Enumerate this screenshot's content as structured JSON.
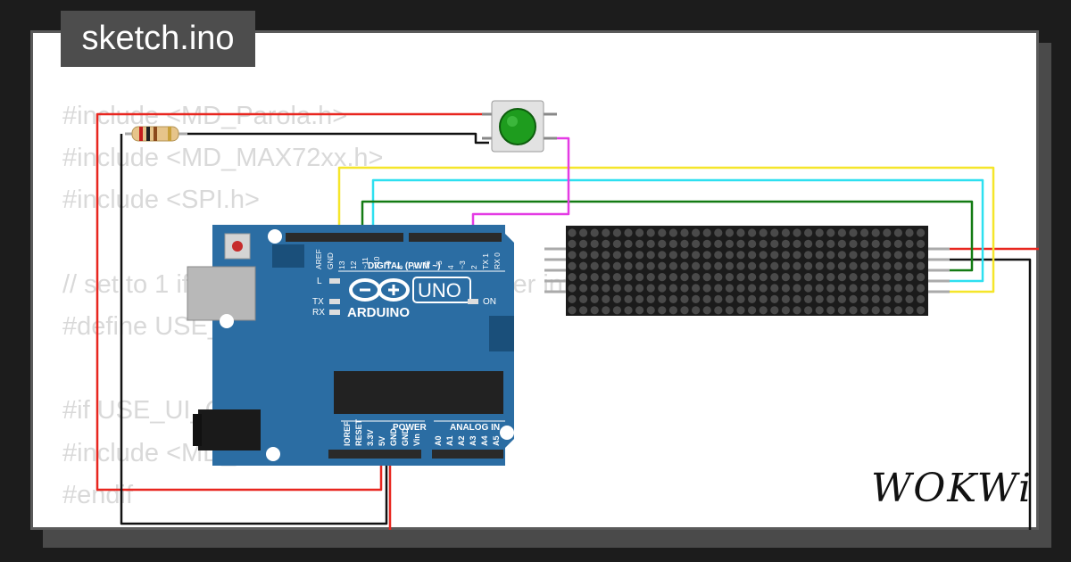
{
  "tab": {
    "title": "sketch.ino"
  },
  "code_lines": [
    "#include <MD_Parola.h>",
    "#include <MD_MAX72xx.h>",
    "#include <SPI.h>",
    "",
    "// set to 1 if we are implementing the user interface pot, switch, etc",
    "#define USE_UI_CONTROL 0",
    "",
    "#if USE_UI_CONTROL",
    "#include <MD_UISwitch.h>",
    "#endif"
  ],
  "arduino": {
    "brand": "ARDUINO",
    "model": "UNO",
    "digital_label": "DIGITAL (PWM ~)",
    "power_label": "POWER",
    "analog_label": "ANALOG IN",
    "led_labels": {
      "l": "L",
      "tx": "TX",
      "rx": "RX",
      "on": "ON"
    },
    "top_pins": [
      "AREF",
      "GND",
      "13",
      "12",
      "~11",
      "~10",
      "~9",
      "8",
      "7",
      "~6",
      "~5",
      "4",
      "~3",
      "2",
      "TX 1",
      "RX 0"
    ],
    "bottom_pins": [
      "IOREF",
      "RESET",
      "3.3V",
      "5V",
      "GND",
      "GND",
      "Vin",
      "A0",
      "A1",
      "A2",
      "A3",
      "A4",
      "A5"
    ],
    "board_color": "#2b6da3"
  },
  "button": {
    "color": "#1e9c1e"
  },
  "wire_colors": {
    "red": "#e8261f",
    "black": "#111111",
    "yellow": "#f5e62a",
    "cyan": "#2ee0f0",
    "green": "#137b13",
    "magenta": "#e43be4"
  },
  "brand_logo": "WOKWi"
}
